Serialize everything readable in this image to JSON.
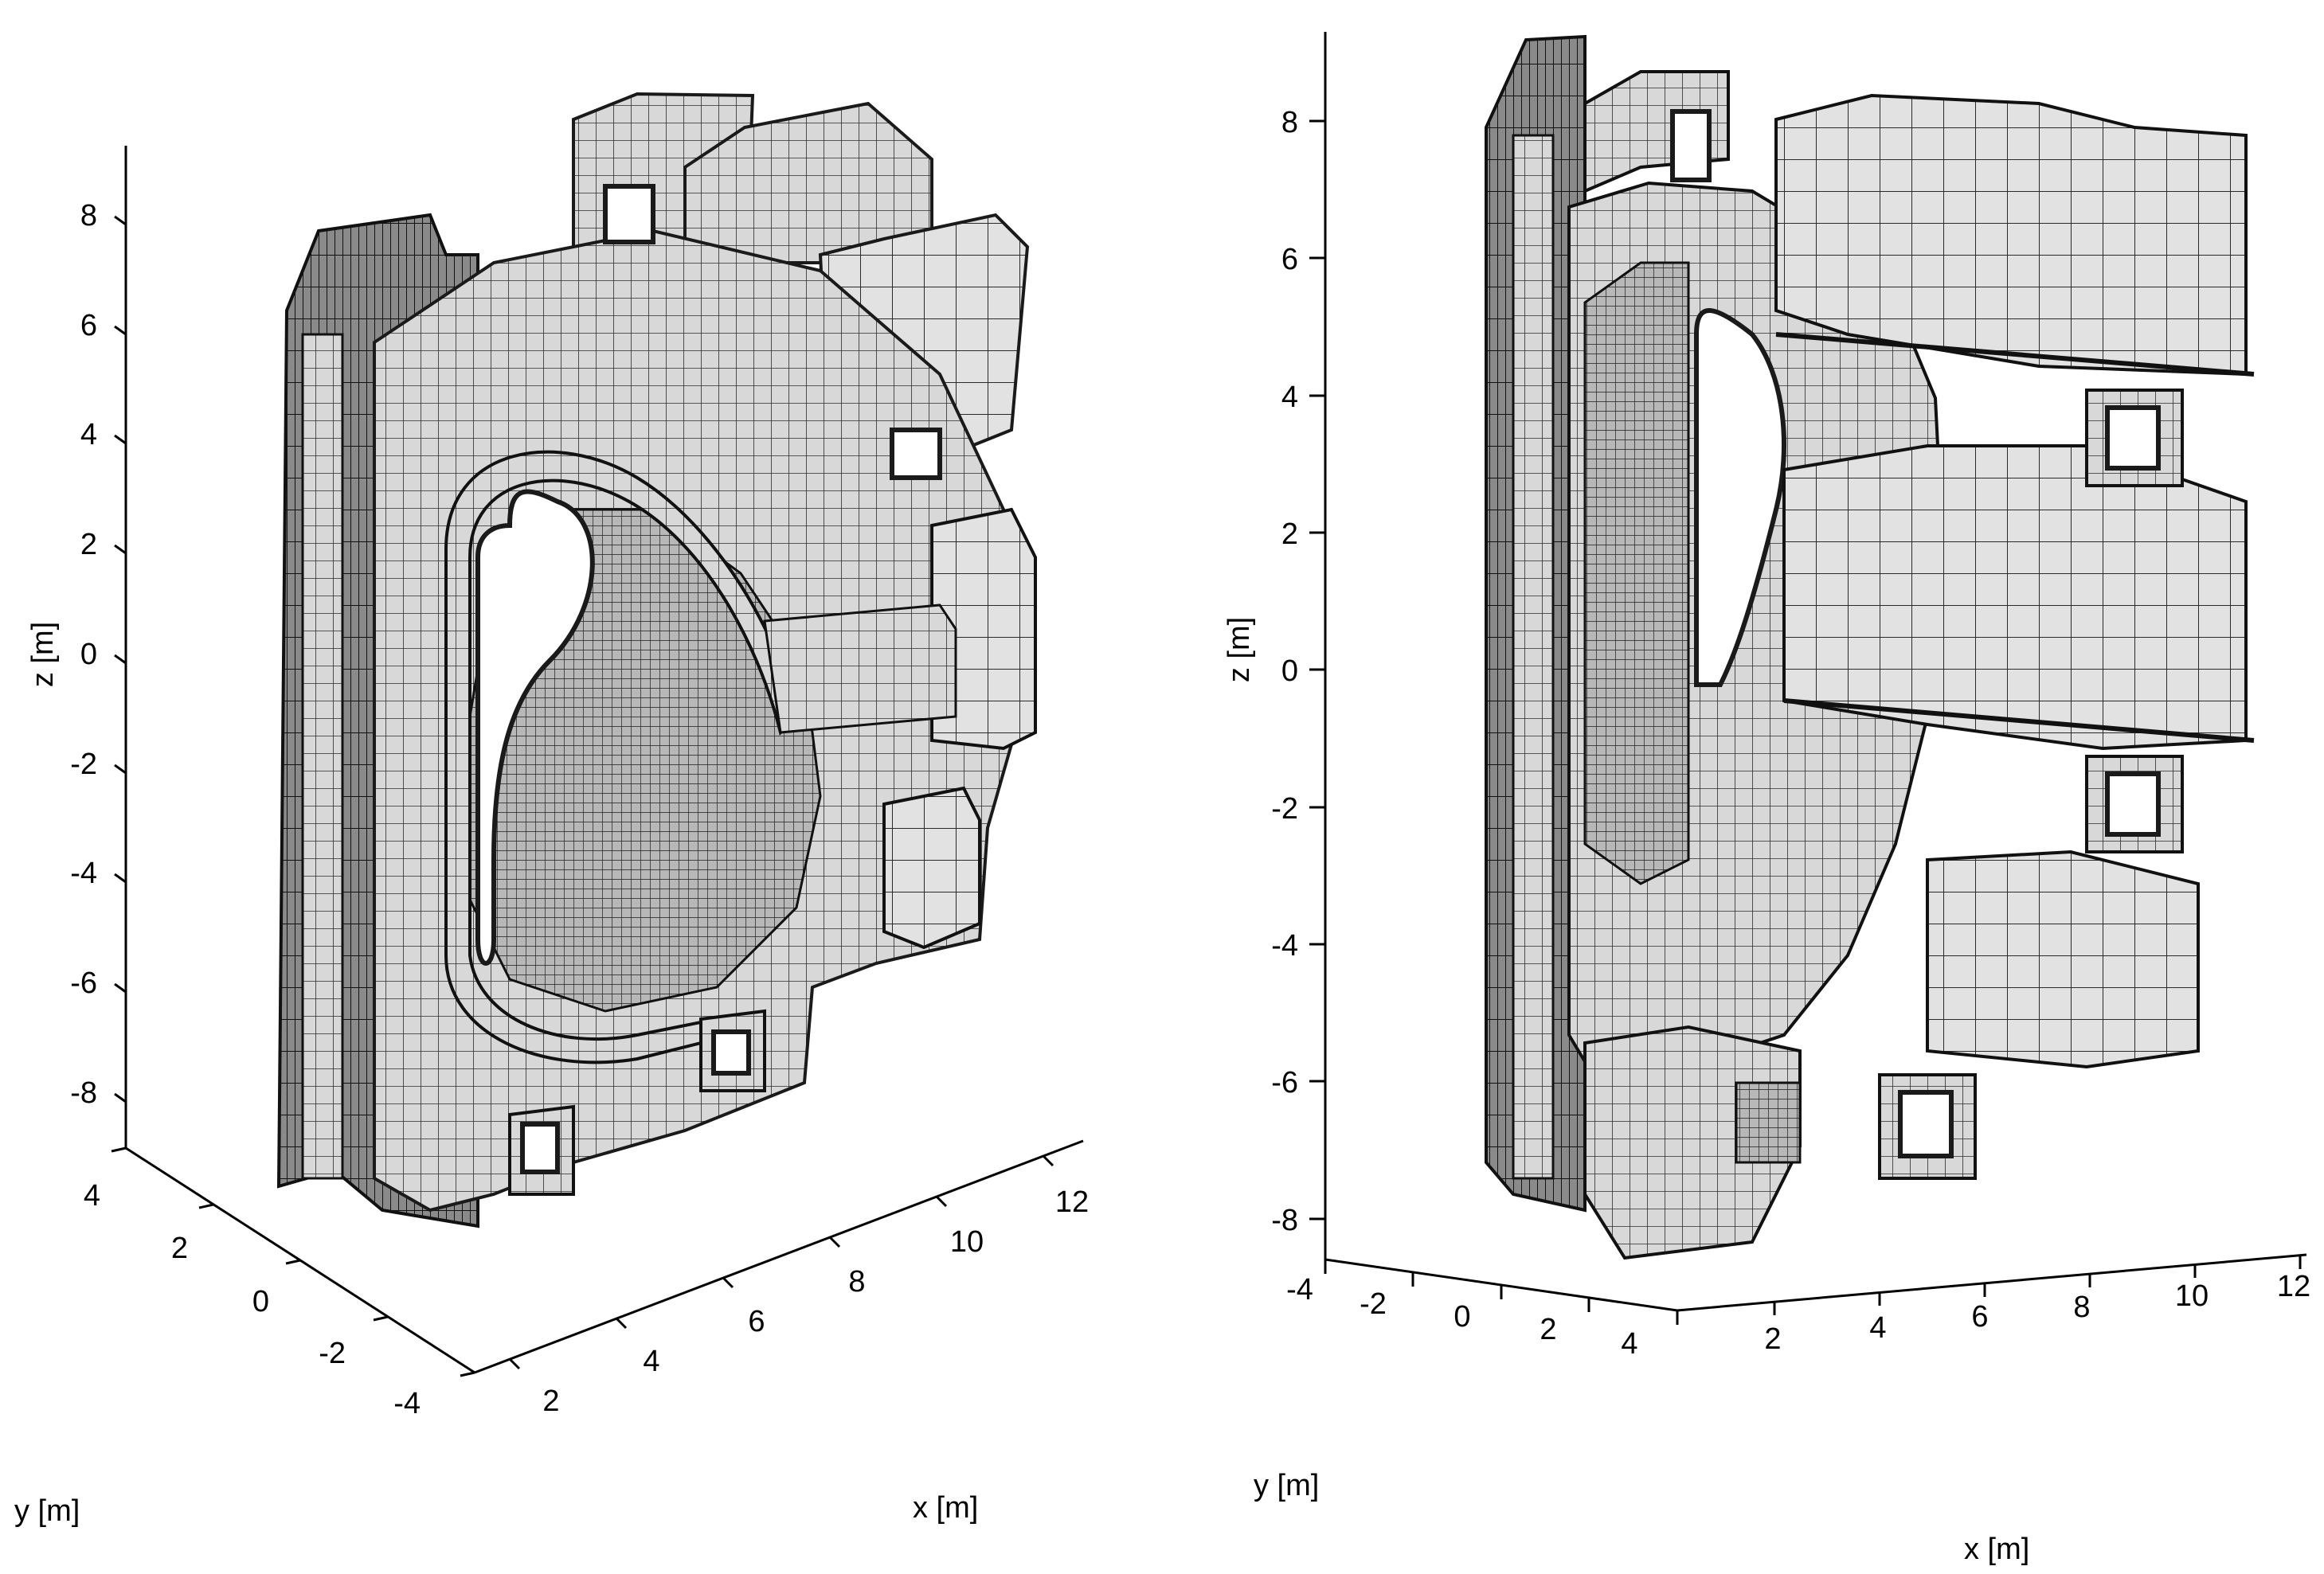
{
  "panels": [
    {
      "id": "left",
      "z_axis": {
        "label": "z [m]",
        "ticks": [
          "8",
          "6",
          "4",
          "2",
          "0",
          "-2",
          "-4",
          "-6",
          "-8"
        ]
      },
      "y_axis": {
        "label": "y [m]",
        "ticks": [
          "4",
          "2",
          "0",
          "-2",
          "-4"
        ]
      },
      "x_axis": {
        "label": "x [m]",
        "ticks": [
          "2",
          "4",
          "6",
          "8",
          "10",
          "12"
        ]
      }
    },
    {
      "id": "right",
      "z_axis": {
        "label": "z [m]",
        "ticks": [
          "8",
          "6",
          "4",
          "2",
          "0",
          "-2",
          "-4",
          "-6",
          "-8"
        ]
      },
      "y_axis": {
        "label": "y [m]",
        "ticks": [
          "-4",
          "-2",
          "0",
          "2",
          "4"
        ]
      },
      "x_axis": {
        "label": "x [m]",
        "ticks": [
          "2",
          "4",
          "6",
          "8",
          "10",
          "12"
        ]
      }
    }
  ],
  "colors": {
    "mesh_fill": "#d8d8d8",
    "mesh_line": "#2a2a2a",
    "background": "#ffffff"
  }
}
